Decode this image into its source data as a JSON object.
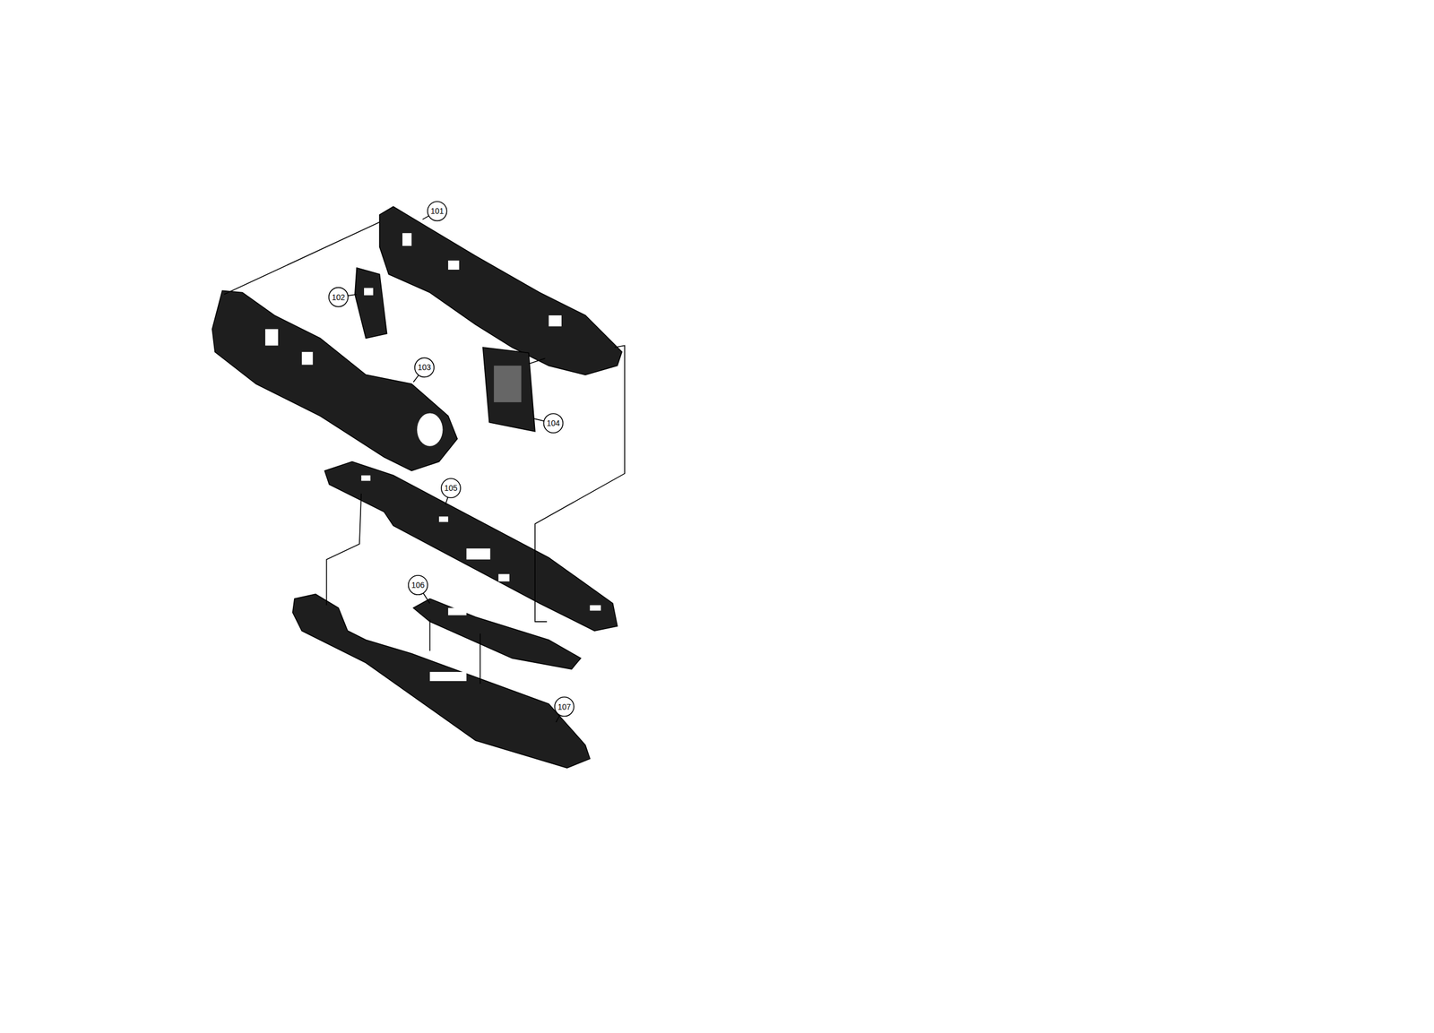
{
  "diagram": {
    "labels": [
      "101",
      "102",
      "103",
      "104",
      "105",
      "106",
      "107"
    ]
  }
}
